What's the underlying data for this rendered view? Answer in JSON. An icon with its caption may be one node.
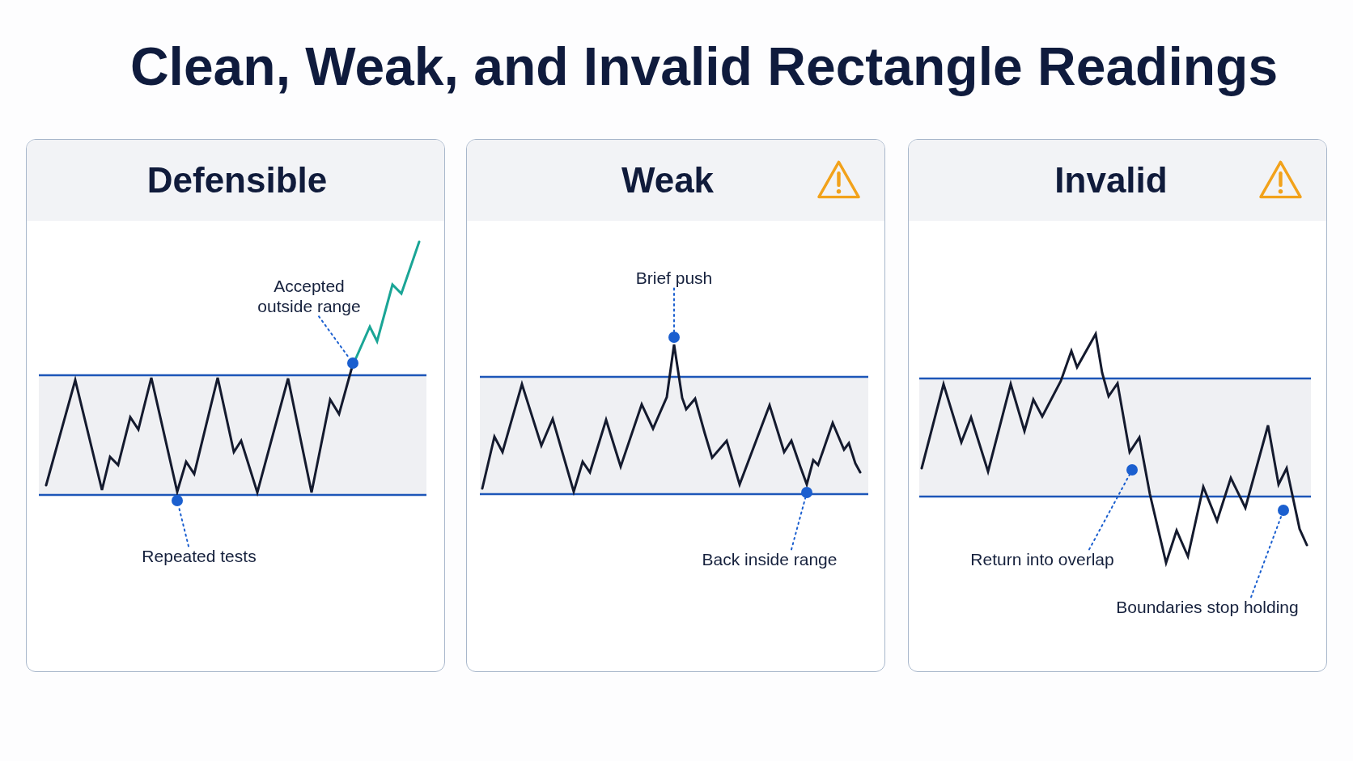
{
  "diagram": {
    "title": "Clean, Weak, and Invalid Rectangle Readings",
    "nodes": [
      {
        "text": [
          "Defensible"
        ]
      },
      {
        "text": [
          "Accepted outside range"
        ],
        "in": 0
      },
      {
        "text": [],
        "shape": "circle",
        "in": 0
      },
      {
        "text": [
          "Repeated tests"
        ],
        "in": 0
      },
      {
        "text": [],
        "shape": "circle",
        "in": 0
      },
      {
        "text": [
          "Weak"
        ]
      },
      {
        "text": [
          "Brief push"
        ],
        "in": 5
      },
      {
        "text": [],
        "shape": "circle",
        "in": 5
      },
      {
        "text": [
          "Back inside range"
        ],
        "in": 5
      },
      {
        "text": [],
        "shape": "circle",
        "in": 5
      },
      {
        "text": [
          "Invalid"
        ]
      },
      {
        "text": [
          "Return into overlap"
        ],
        "in": 10
      },
      {
        "text": [],
        "shape": "circle",
        "in": 10
      },
      {
        "text": [
          "Boundaries stop holding"
        ],
        "in": 10
      },
      {
        "text": [],
        "shape": "circle",
        "in": 10
      }
    ],
    "edges": [
      {
        "from": 1,
        "to": 2,
        "arrow": "none",
        "style": "dashed"
      },
      {
        "from": 3,
        "to": 4,
        "arrow": "none",
        "style": "dashed"
      },
      {
        "from": 6,
        "to": 7,
        "arrow": "none",
        "style": "dashed"
      },
      {
        "from": 8,
        "to": 9,
        "arrow": "none",
        "style": "dashed"
      },
      {
        "from": 11,
        "to": 12,
        "arrow": "none",
        "style": "dashed"
      },
      {
        "from": 13,
        "to": 14,
        "arrow": "none",
        "style": "dashed"
      }
    ]
  }
}
